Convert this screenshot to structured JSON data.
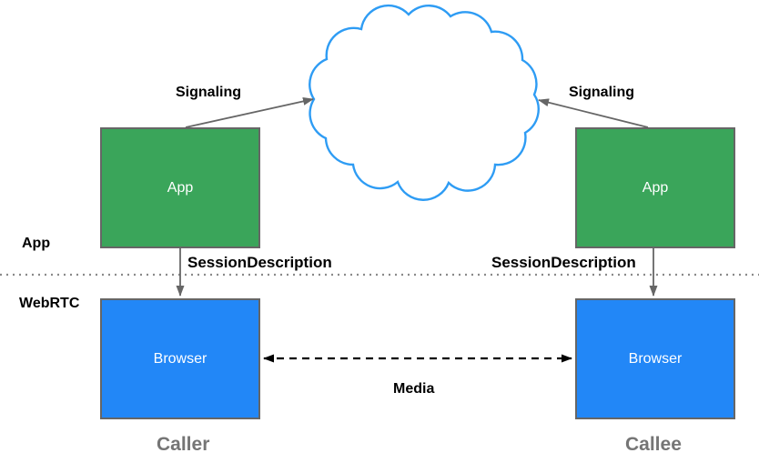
{
  "layers": {
    "app_label": "App",
    "webrtc_label": "WebRTC"
  },
  "nodes": {
    "caller_app": {
      "label": "App"
    },
    "caller_browser": {
      "label": "Browser"
    },
    "callee_app": {
      "label": "App"
    },
    "callee_browser": {
      "label": "Browser"
    }
  },
  "edges": {
    "signaling_left_label": "Signaling",
    "signaling_right_label": "Signaling",
    "session_description_left_label": "SessionDescription",
    "session_description_right_label": "SessionDescription",
    "media_label": "Media"
  },
  "roles": {
    "caller": "Caller",
    "callee": "Callee"
  },
  "colors": {
    "app_node": "#3AA55A",
    "browser_node": "#2287F7",
    "cloud_stroke": "#2E9CF4",
    "node_border": "#666666",
    "arrow": "#666666",
    "media_arrow": "#000000",
    "divider": "#8A8A8A",
    "role_label": "#757575",
    "label_text": "#000000",
    "node_text": "#FFFFFF"
  }
}
